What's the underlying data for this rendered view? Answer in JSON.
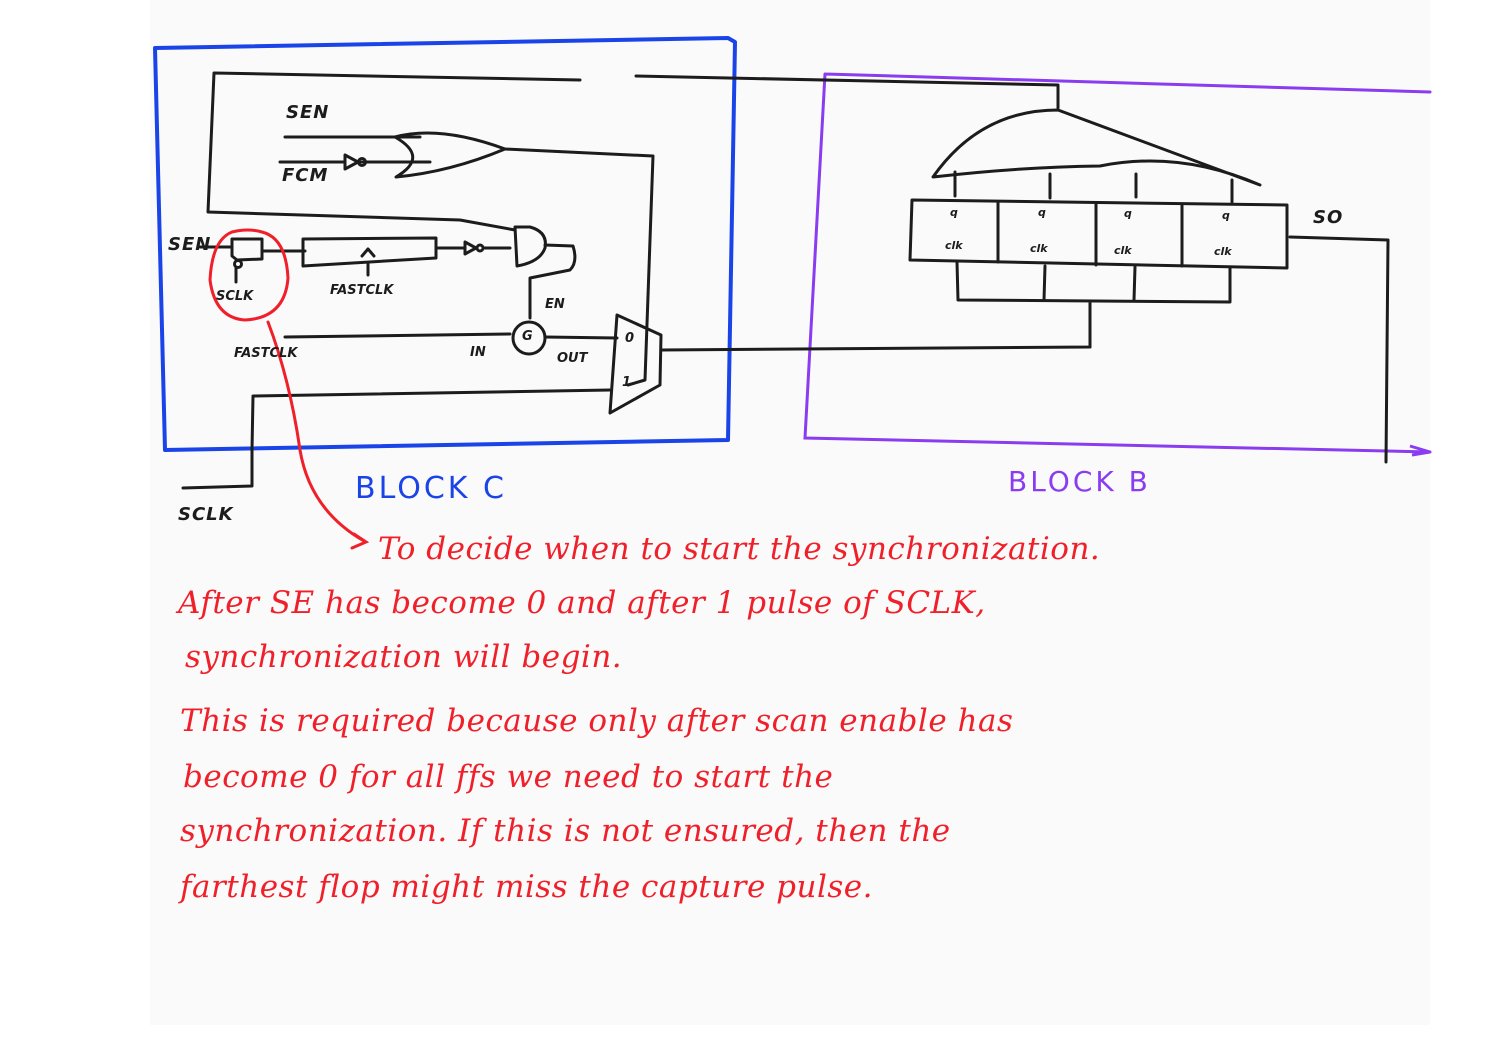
{
  "colors": {
    "canvas_bg": "#fafafa",
    "block_c_border": "#1a44e8",
    "block_b_border": "#8a3cf0",
    "annotation": "#f0202a",
    "ink": "#1c1c1c"
  },
  "block_c": {
    "title": "BLOCK C",
    "labels": {
      "or_input_sen": "SEN",
      "or_input_fcm": "FCM",
      "flop_input_sen": "SEN",
      "flop_clock": "SCLK",
      "shift_clock": "FASTCLK",
      "gate_input_clock": "FASTCLK",
      "gate_symbol": "G",
      "gate_enable": "EN",
      "gate_in": "IN",
      "gate_out": "OUT",
      "mux_in0": "0",
      "mux_in1": "1"
    },
    "external_input": "SCLK"
  },
  "block_b": {
    "title": "BLOCK B",
    "flops": [
      {
        "q": "q",
        "clk": "clk"
      },
      {
        "q": "q",
        "clk": "clk"
      },
      {
        "q": "q",
        "clk": "clk"
      },
      {
        "q": "q",
        "clk": "clk"
      }
    ],
    "scan_out": "SO"
  },
  "annotation": {
    "lines": [
      "To decide  when to start the synchronization.",
      "After SE has become 0 and after 1 pulse of SCLK,",
      "synchronization  will begin.",
      "This is required because only after scan enable has",
      "become 0 for all ffs we  need  to start the",
      "synchronization.  If  this  is not ensured, then the",
      "farthest flop might  miss the capture pulse."
    ]
  }
}
